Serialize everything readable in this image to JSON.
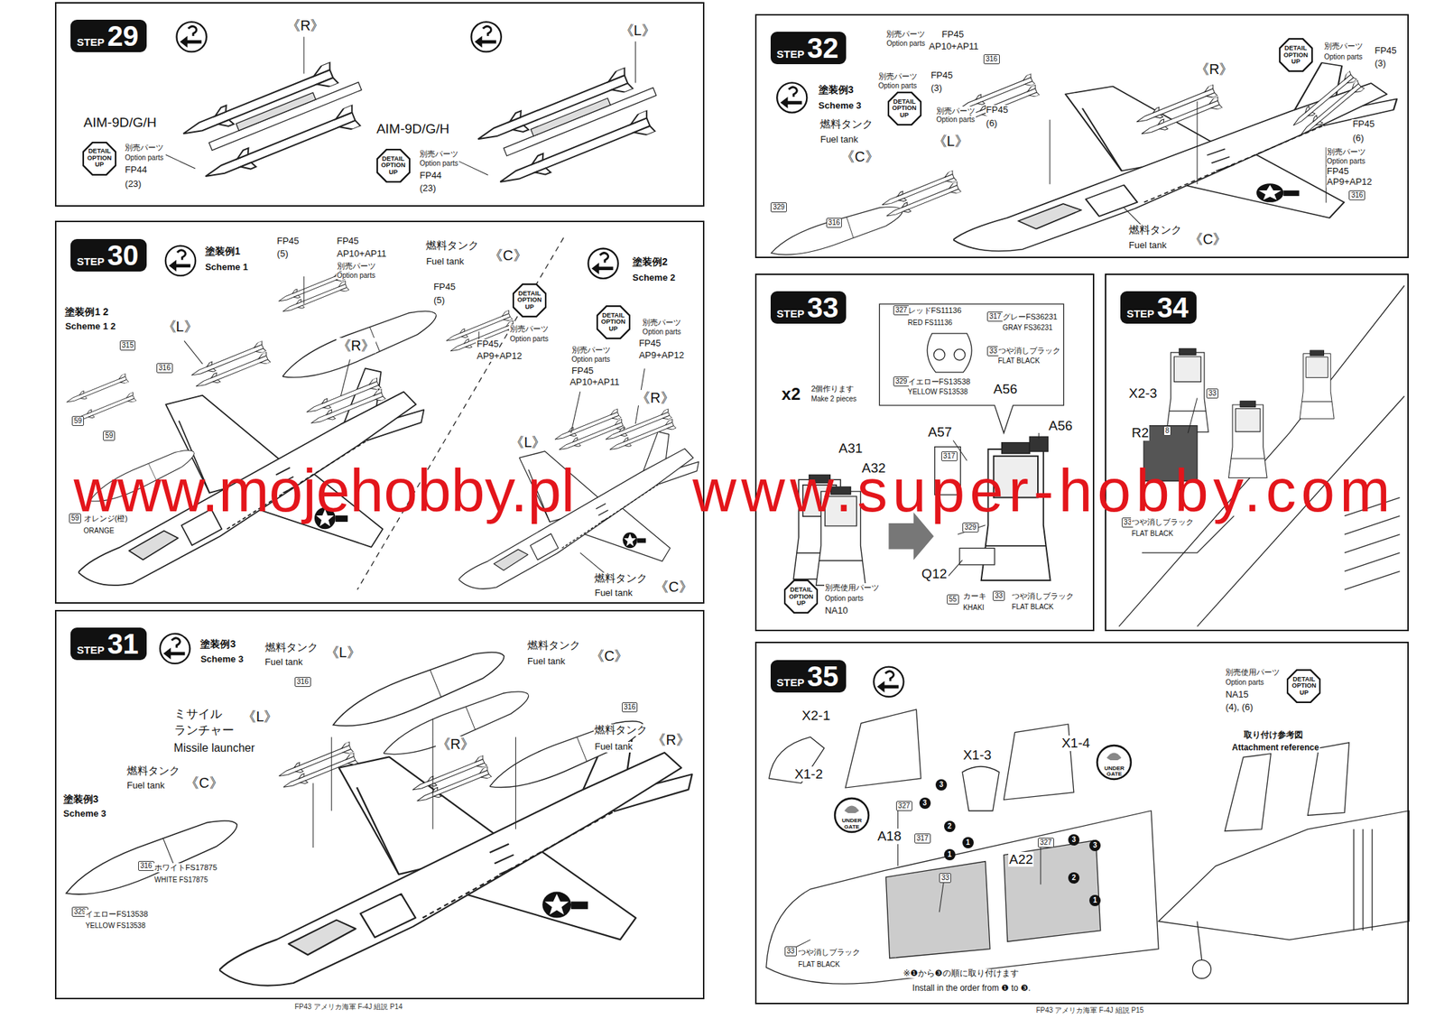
{
  "diagram": {
    "nodes": [
      {
        "text": [
          "STEP",
          "29"
        ]
      },
      {
        "text": [
          "DETAIL OPTION UP"
        ],
        "in": 0
      },
      {
        "text": [
          "DETAIL OPTION UP"
        ],
        "in": 0
      },
      {
        "text": [
          "STEP",
          "30"
        ]
      },
      {
        "text": [
          "DETAIL OPTION UP"
        ],
        "in": 3
      },
      {
        "text": [
          "DETAIL OPTION UP"
        ],
        "in": 3
      },
      {
        "text": [
          "STEP",
          "31"
        ]
      },
      {
        "text": [
          "STEP",
          "32"
        ]
      },
      {
        "text": [
          "DETAIL OPTION UP"
        ],
        "in": 7
      },
      {
        "text": [
          "DETAIL OPTION UP"
        ],
        "in": 7
      },
      {
        "text": [
          "STEP",
          "33"
        ]
      },
      {
        "text": [
          "DETAIL OPTION UP"
        ],
        "in": 10
      },
      {
        "text": [
          "STEP",
          "34"
        ]
      },
      {
        "text": [
          "STEP",
          "35"
        ]
      },
      {
        "text": [
          "DETAIL OPTION UP"
        ],
        "in": 13
      },
      {
        "text": [
          "UNDER GATE"
        ],
        "in": 13
      },
      {
        "text": [
          "UNDER GATE"
        ],
        "in": 13
      }
    ],
    "labels": [
      "《R》",
      "《L》",
      "AIM-9D/G/H",
      "別売パーツ",
      "Option parts",
      "FP44",
      "(23)",
      "AIM-9D/G/H",
      "別売パーツ",
      "Option parts",
      "FP44",
      "(23)",
      "塗装例1",
      "Scheme 1",
      "FP45",
      "(5)",
      "FP45",
      "AP10+AP11",
      "別売パーツ",
      "Option parts",
      "燃料タンク",
      "Fuel tank",
      "《C》",
      "塗装例1 2",
      "Scheme 1 2",
      "《L》",
      "《R》",
      "FP45",
      "(5)",
      "別売パーツ",
      "Option parts",
      "FP45",
      "AP9+AP12",
      "315",
      "316",
      "59",
      "59",
      "59",
      "オレンジ(橙)",
      "ORANGE",
      "塗装例2",
      "Scheme 2",
      "別売パーツ",
      "Option parts",
      "FP45",
      "AP9+AP12",
      "別売パーツ",
      "Option parts",
      "FP45",
      "AP10+AP11",
      "《R》",
      "《L》",
      "燃料タンク",
      "Fuel tank",
      "《C》",
      "塗装例3",
      "Scheme 3",
      "燃料タンク",
      "《L》",
      "Fuel tank",
      "316",
      "燃料タンク",
      "Fuel tank",
      "《C》",
      "ミサイル",
      "《L》",
      "ランチャー",
      "Missile launcher",
      "316",
      "燃料タンク",
      "《R》",
      "Fuel tank",
      "《R》",
      "燃料タンク",
      "Fuel tank",
      "《C》",
      "塗装例3",
      "Scheme 3",
      "316",
      "ホワイトFS17875",
      "WHITE FS17875",
      "329",
      "イエローFS13538",
      "YELLOW FS13538",
      "別売パーツ",
      "Option parts",
      "FP45",
      "AP10+AP11",
      "316",
      "別売パーツ",
      "Option parts",
      "FP45",
      "(3)",
      "《R》",
      "別売パーツ",
      "Option parts",
      "FP45",
      "(3)",
      "塗装例3",
      "Scheme 3",
      "別売パーツ",
      "Option parts",
      "FP45",
      "(6)",
      "燃料タンク",
      "FP45",
      "(6)",
      "Fuel tank",
      "《L》",
      "別売パーツ",
      "Option parts",
      "《C》",
      "FP45",
      "AP9+AP12",
      "316",
      "329",
      "316",
      "燃料タンク",
      "Fuel tank",
      "《C》",
      "327",
      "レッドFS11136",
      "RED FS11136",
      "317",
      "グレーFS36231",
      "GRAY FS36231",
      "33",
      "つや消しブラック",
      "FLAT BLACK",
      "329",
      "イエローFS13538",
      "YELLOW FS13538",
      "A56",
      "x2",
      "2個作ります",
      "Make 2 pieces",
      "A56",
      "A57",
      "A31",
      "317",
      "A32",
      "329",
      "Q12",
      "別売使用パーツ",
      "Option parts",
      "NA10",
      "55",
      "カーキ",
      "KHAKI",
      "33",
      "つや消しブラック",
      "FLAT BLACK",
      "X2-3",
      "33",
      "8",
      "R2",
      "33",
      "つや消しブラック",
      "FLAT BLACK",
      "別売使用パーツ",
      "Option parts",
      "NA15",
      "(4), (6)",
      "X2-1",
      "取り付け参考図",
      "Attachment reference",
      "X1-4",
      "X1-3",
      "X1-2",
      "3",
      "3",
      "327",
      "2",
      "A18",
      "317",
      "3",
      "1",
      "327",
      "3",
      "1",
      "A22",
      "33",
      "2",
      "1",
      "33",
      "つや消しブラック",
      "FLAT BLACK",
      "※❶から❸の順に取り付けます",
      "Install in the order from ❶ to ❸.",
      "FP43 アメリカ海軍 F-4J 組説 P14",
      "FP43 アメリカ海軍 F-4J 組説 P15",
      "www.mojehobby.pl",
      "www.super-hobby.com"
    ]
  }
}
